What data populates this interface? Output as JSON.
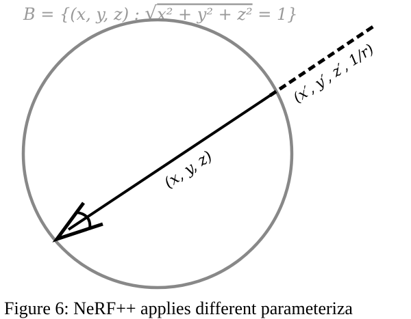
{
  "equation": {
    "lhs": "B = {(x, y, z) : ",
    "radical": "√",
    "radicand": "x² + y² + z²",
    "rhs": " = 1}"
  },
  "labels": {
    "inner_point": "(x, y, z)",
    "outer_point": "(x′, y′, z′, 1/r)"
  },
  "caption": "Figure 6: NeRF++ applies different parameteriza",
  "colors": {
    "sphere": "#888888",
    "ray": "#000000",
    "equation_text": "#999999"
  },
  "icons": {
    "camera": "eye-icon"
  }
}
